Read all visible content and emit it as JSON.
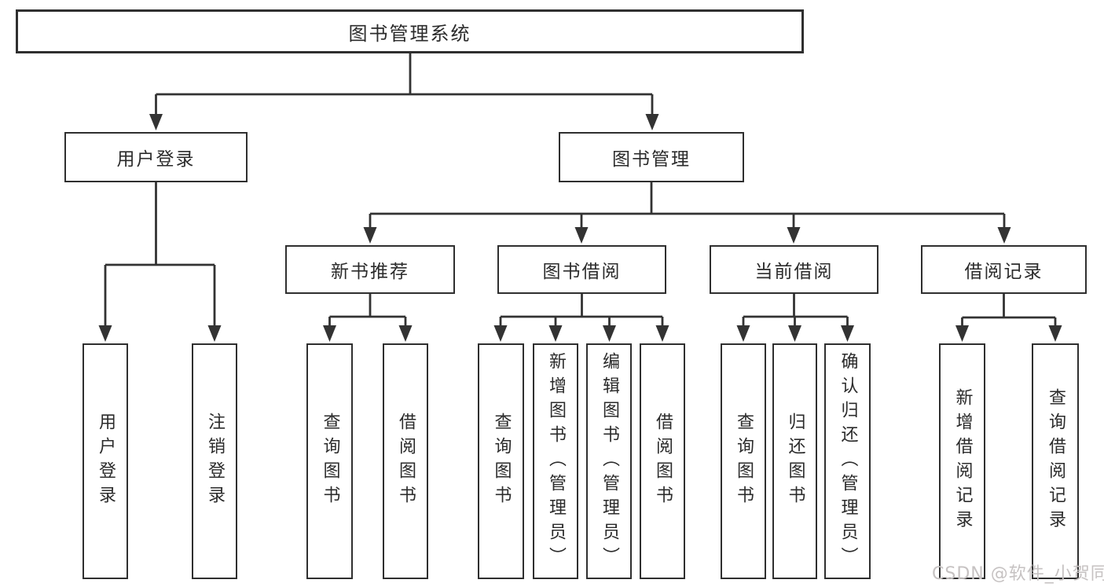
{
  "tree": {
    "label": "图书管理系统",
    "children": [
      {
        "label": "用户登录",
        "children": [
          {
            "label": "用户登录"
          },
          {
            "label": "注销登录"
          }
        ]
      },
      {
        "label": "图书管理",
        "children": [
          {
            "label": "新书推荐",
            "children": [
              {
                "label": "查询图书"
              },
              {
                "label": "借阅图书"
              }
            ]
          },
          {
            "label": "图书借阅",
            "children": [
              {
                "label": "查询图书"
              },
              {
                "label": "新增图书（管理员）"
              },
              {
                "label": "编辑图书（管理员）"
              },
              {
                "label": "借阅图书"
              }
            ]
          },
          {
            "label": "当前借阅",
            "children": [
              {
                "label": "查询图书"
              },
              {
                "label": "归还图书"
              },
              {
                "label": "确认归还（管理员）"
              }
            ]
          },
          {
            "label": "借阅记录",
            "children": [
              {
                "label": "新增借阅记录"
              },
              {
                "label": "查询借阅记录"
              }
            ]
          }
        ]
      }
    ]
  },
  "watermark": {
    "text": "CSDN @软件_小贺同学"
  },
  "colors": {
    "line": "#333333",
    "border": "#2f2f2f",
    "fill": "#ffffff",
    "text": "#2b2b2b",
    "watermark": "#c6c2c2"
  }
}
